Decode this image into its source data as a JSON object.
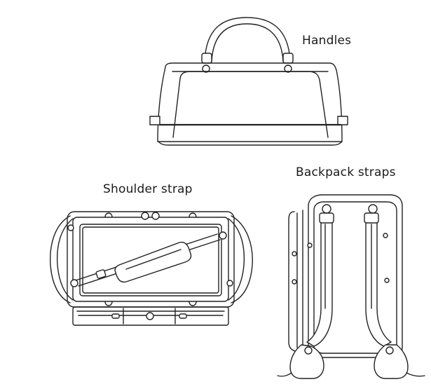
{
  "labels": {
    "handles": "Handles",
    "shoulder_strap": "Shoulder strap",
    "backpack_straps": "Backpack straps"
  },
  "colors": {
    "line": "#222222",
    "background": "#ffffff"
  }
}
